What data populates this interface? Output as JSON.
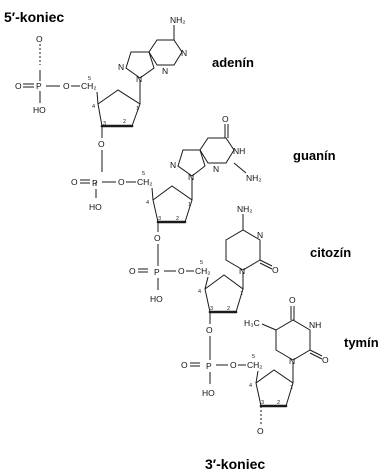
{
  "labels": {
    "five_end": "5′-koniec",
    "three_end": "3′-koniec",
    "adenine": "adenín",
    "guanine": "guanín",
    "cytosine": "citozín",
    "thymine": "tymín"
  },
  "atoms": {
    "O": "O",
    "P": "P",
    "HO": "HO",
    "CH2": "CH₂",
    "N": "N",
    "NH": "NH",
    "NH2": "NH₂",
    "H3C": "H₃C",
    "c1": "1",
    "c2": "2",
    "c3": "3",
    "c4": "4",
    "c5": "5"
  }
}
